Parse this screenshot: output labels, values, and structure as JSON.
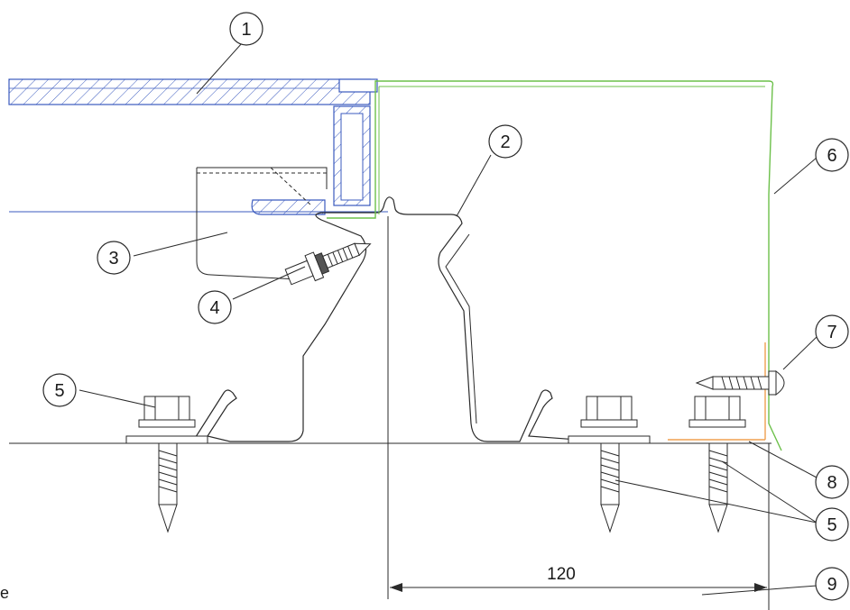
{
  "callouts": {
    "c1": "1",
    "c2": "2",
    "c3": "3",
    "c4": "4",
    "c5a": "5",
    "c5b": "5",
    "c6": "6",
    "c7": "7",
    "c8": "8",
    "c9": "9"
  },
  "dimension": {
    "value": "120"
  },
  "edge_fragment": "e",
  "colors": {
    "outline": "#2a2a2a",
    "panel": "#3b5bbf",
    "flashing": "#6cc04a",
    "sealing_strip": "#f0a050",
    "screw_fill": "#ffffff"
  }
}
